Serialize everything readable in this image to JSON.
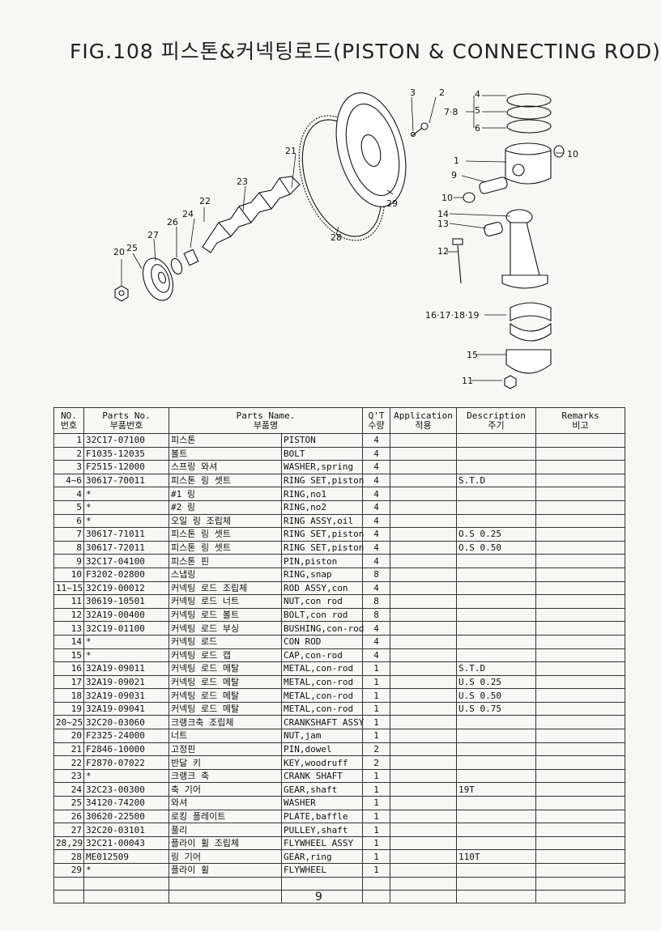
{
  "title": "FIG.108 피스톤&커넥팅로드(PISTON & CONNECTING ROD)",
  "diagram_labels": {
    "l1": "1",
    "l2": "2",
    "l3": "3",
    "l4": "4",
    "l5": "5",
    "l6": "6",
    "l78": "7·8",
    "l9": "9",
    "l10a": "10",
    "l10b": "10",
    "l11": "11",
    "l12": "12",
    "l13": "13",
    "l14": "14",
    "l15": "15",
    "l16_19": "16·17·18·19",
    "l20": "20",
    "l21": "21",
    "l22": "22",
    "l23": "23",
    "l24": "24",
    "l25": "25",
    "l26": "26",
    "l27": "27",
    "l28": "28",
    "l29": "29"
  },
  "table": {
    "headers": {
      "no_en": "NO.",
      "no_kr": "번호",
      "partno_en": "Parts No.",
      "partno_kr": "부품번호",
      "name_en": "Parts Name.",
      "name_kr": "부품명",
      "qty_en": "Q'T",
      "qty_kr": "수량",
      "app_en": "Application",
      "app_kr": "적용",
      "desc_en": "Description",
      "desc_kr": "주기",
      "rem_en": "Remarks",
      "rem_kr": "비고"
    },
    "rows": [
      {
        "no": "1",
        "part": "32C17-07100",
        "kr": "피스톤",
        "en": "PISTON",
        "qty": "4",
        "app": "",
        "desc": ""
      },
      {
        "no": "2",
        "part": "F1035-12035",
        "kr": "볼트",
        "en": "BOLT",
        "qty": "4",
        "app": "",
        "desc": ""
      },
      {
        "no": "3",
        "part": "F2515-12000",
        "kr": "스프링 와셔",
        "en": "WASHER,spring",
        "qty": "4",
        "app": "",
        "desc": ""
      },
      {
        "no": "4~6",
        "part": "30617-70011",
        "kr": "피스톤 링 셋트",
        "en": "RING SET,piston",
        "qty": "4",
        "app": "",
        "desc": "S.T.D"
      },
      {
        "no": "4",
        "part": "*",
        "kr": "#1 링",
        "en": "RING,no1",
        "qty": "4",
        "app": "",
        "desc": ""
      },
      {
        "no": "5",
        "part": "*",
        "kr": "#2 링",
        "en": "RING,no2",
        "qty": "4",
        "app": "",
        "desc": ""
      },
      {
        "no": "6",
        "part": "*",
        "kr": "오일 링 조립체",
        "en": "RING ASSY,oil",
        "qty": "4",
        "app": "",
        "desc": ""
      },
      {
        "no": "7",
        "part": "30617-71011",
        "kr": "피스톤 링 셋트",
        "en": "RING SET,piston",
        "qty": "4",
        "app": "",
        "desc": "O.S 0.25"
      },
      {
        "no": "8",
        "part": "30617-72011",
        "kr": "피스톤 링 셋트",
        "en": "RING SET,piston",
        "qty": "4",
        "app": "",
        "desc": "O.S 0.50"
      },
      {
        "no": "9",
        "part": "32C17-04100",
        "kr": "피스톤 핀",
        "en": "PIN,piston",
        "qty": "4",
        "app": "",
        "desc": ""
      },
      {
        "no": "10",
        "part": "F3202-02800",
        "kr": "스냅링",
        "en": "RING,snap",
        "qty": "8",
        "app": "",
        "desc": ""
      },
      {
        "no": "11~15",
        "part": "32C19-00012",
        "kr": "커넥팅 로드 조립체",
        "en": "ROD ASSY,con",
        "qty": "4",
        "app": "",
        "desc": ""
      },
      {
        "no": "11",
        "part": "30619-10501",
        "kr": "커넥팅 로드 너트",
        "en": "NUT,con rod",
        "qty": "8",
        "app": "",
        "desc": ""
      },
      {
        "no": "12",
        "part": "32A19-00400",
        "kr": "커넥팅 로드 볼트",
        "en": "BOLT,con rod",
        "qty": "8",
        "app": "",
        "desc": ""
      },
      {
        "no": "13",
        "part": "32C19-01100",
        "kr": "커넥팅 로드 부싱",
        "en": "BUSHING,con-rod",
        "qty": "4",
        "app": "",
        "desc": ""
      },
      {
        "no": "14",
        "part": "*",
        "kr": "커넥팅 로드",
        "en": "CON ROD",
        "qty": "4",
        "app": "",
        "desc": ""
      },
      {
        "no": "15",
        "part": "*",
        "kr": "커넥팅 로드 캡",
        "en": "CAP,con-rod",
        "qty": "4",
        "app": "",
        "desc": ""
      },
      {
        "no": "16",
        "part": "32A19-09011",
        "kr": "커넥팅 로드 메탈",
        "en": "METAL,con-rod",
        "qty": "1",
        "app": "",
        "desc": "S.T.D"
      },
      {
        "no": "17",
        "part": "32A19-09021",
        "kr": "커넥팅 로드 메탈",
        "en": "METAL,con-rod",
        "qty": "1",
        "app": "",
        "desc": "U.S 0.25"
      },
      {
        "no": "18",
        "part": "32A19-09031",
        "kr": "커넥팅 로드 메탈",
        "en": "METAL,con-rod",
        "qty": "1",
        "app": "",
        "desc": "U.S 0.50"
      },
      {
        "no": "19",
        "part": "32A19-09041",
        "kr": "커넥팅 로드 메탈",
        "en": "METAL,con-rod",
        "qty": "1",
        "app": "",
        "desc": "U.S 0.75"
      },
      {
        "no": "20~25",
        "part": "32C20-03060",
        "kr": "크랭크축 조립체",
        "en": "CRANKSHAFT ASSY",
        "qty": "1",
        "app": "",
        "desc": ""
      },
      {
        "no": "20",
        "part": "F2325-24000",
        "kr": "너트",
        "en": "NUT,jam",
        "qty": "1",
        "app": "",
        "desc": ""
      },
      {
        "no": "21",
        "part": "F2846-10000",
        "kr": "고정핀",
        "en": "PIN,dowel",
        "qty": "2",
        "app": "",
        "desc": ""
      },
      {
        "no": "22",
        "part": "F2870-07022",
        "kr": "반달 키",
        "en": "KEY,woodruff",
        "qty": "2",
        "app": "",
        "desc": ""
      },
      {
        "no": "23",
        "part": "*",
        "kr": "크랭크 축",
        "en": "CRANK SHAFT",
        "qty": "1",
        "app": "",
        "desc": ""
      },
      {
        "no": "24",
        "part": "32C23-00300",
        "kr": "축 기어",
        "en": "GEAR,shaft",
        "qty": "1",
        "app": "",
        "desc": "19T"
      },
      {
        "no": "25",
        "part": "34120-74200",
        "kr": "와셔",
        "en": "WASHER",
        "qty": "1",
        "app": "",
        "desc": ""
      },
      {
        "no": "26",
        "part": "30620-22500",
        "kr": "로킹 플레이트",
        "en": "PLATE,baffle",
        "qty": "1",
        "app": "",
        "desc": ""
      },
      {
        "no": "27",
        "part": "32C20-03101",
        "kr": "풀리",
        "en": "PULLEY,shaft",
        "qty": "1",
        "app": "",
        "desc": ""
      },
      {
        "no": "28,29",
        "part": "32C21-00043",
        "kr": "플라이 휠 조립체",
        "en": "FLYWHEEL ASSY",
        "qty": "1",
        "app": "",
        "desc": ""
      },
      {
        "no": "28",
        "part": "ME012509",
        "kr": "링 기어",
        "en": "GEAR,ring",
        "qty": "1",
        "app": "",
        "desc": "110T"
      },
      {
        "no": "29",
        "part": "*",
        "kr": "플라이 휠",
        "en": "FLYWHEEL",
        "qty": "1",
        "app": "",
        "desc": ""
      }
    ]
  },
  "page_number": "9"
}
